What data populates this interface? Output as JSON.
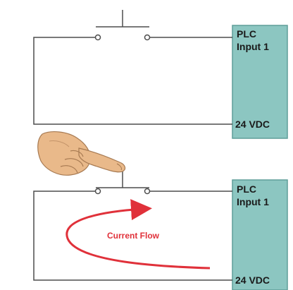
{
  "top_circuit": {
    "plc_label_line1": "PLC",
    "plc_label_line2": "Input 1",
    "voltage_label": "24 VDC",
    "switch_state": "open"
  },
  "bottom_circuit": {
    "plc_label_line1": "PLC",
    "plc_label_line2": "Input 1",
    "voltage_label": "24 VDC",
    "switch_state": "pressed",
    "annotation": "Current Flow"
  },
  "colors": {
    "plc_box_fill": "#8cc6c1",
    "plc_box_stroke": "#5f9e99",
    "wire": "#4d4d4d",
    "current_arrow": "#e0313a",
    "skin": "#e9b98a"
  },
  "icons": [
    "pushbutton-switch-icon",
    "pointing-hand-icon",
    "current-flow-arrow-icon"
  ]
}
